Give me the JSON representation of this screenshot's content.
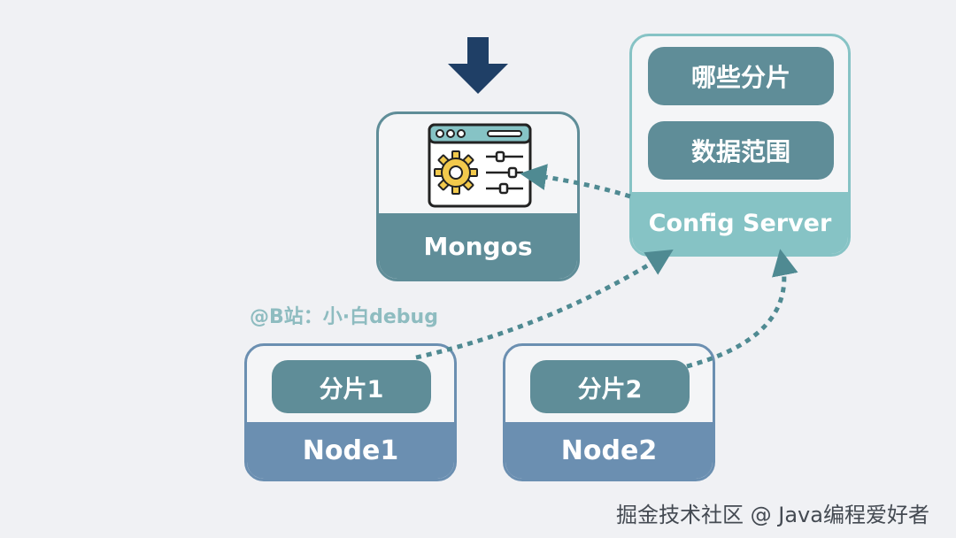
{
  "mongos": {
    "label": "Mongos"
  },
  "config_server": {
    "label": "Config Server",
    "items": [
      "哪些分片",
      "数据范围"
    ]
  },
  "nodes": [
    {
      "label": "Node1",
      "shard": "分片1"
    },
    {
      "label": "Node2",
      "shard": "分片2"
    }
  ],
  "watermarks": {
    "author": "@B站：小·白debug",
    "source": "掘金技术社区 @ Java编程爱好者"
  },
  "colors": {
    "mongos": "#5f8d98",
    "config": "#86c3c5",
    "node": "#6b8fb1",
    "arrow": "#4f8a92",
    "down_arrow": "#1f3f66",
    "background": "#f0f1f4"
  },
  "icons": {
    "entry_arrow": "down-arrow-icon",
    "mongos_icon": "settings-window-icon"
  }
}
